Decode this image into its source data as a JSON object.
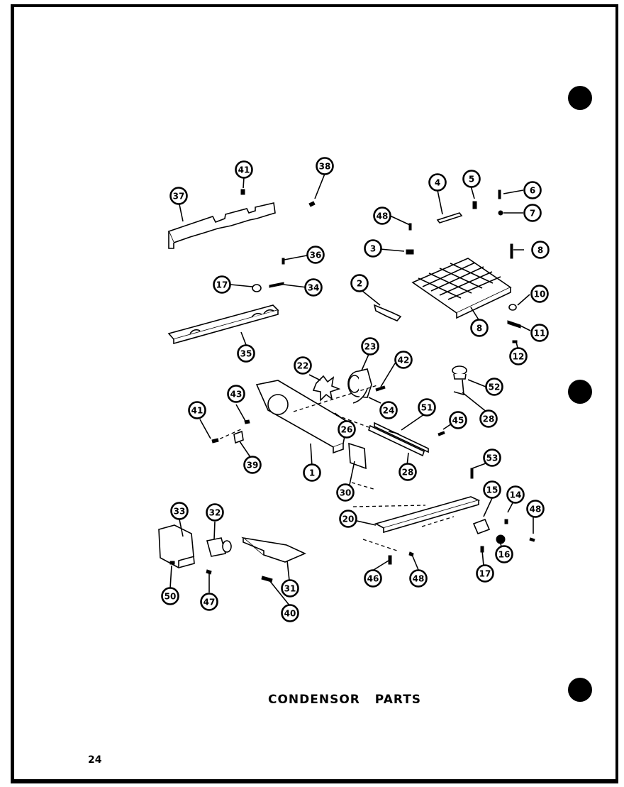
{
  "title": "CONDENSOR PARTS",
  "page_number": "24",
  "callouts": [
    "1",
    "2",
    "3",
    "4",
    "5",
    "6",
    "7",
    "8",
    "8",
    "10",
    "11",
    "12",
    "14",
    "15",
    "16",
    "17",
    "17",
    "20",
    "22",
    "23",
    "24",
    "26",
    "28",
    "28",
    "30",
    "31",
    "32",
    "33",
    "34",
    "35",
    "36",
    "37",
    "38",
    "39",
    "40",
    "41",
    "41",
    "42",
    "43",
    "45",
    "46",
    "47",
    "48",
    "48",
    "48",
    "50",
    "51",
    "52",
    "53"
  ]
}
